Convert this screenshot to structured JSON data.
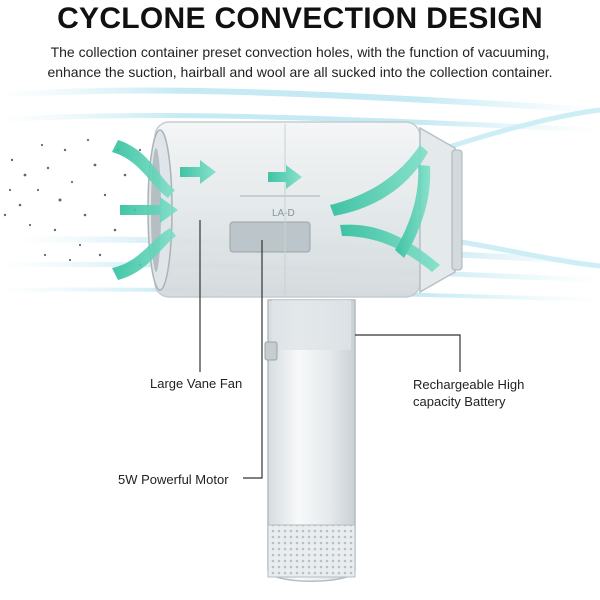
{
  "header": {
    "title": "CYCLONE CONVECTION DESIGN",
    "description": "The collection container preset convection holes, with the function of vacuuming, enhance the suction, hairball and wool are all sucked into the collection container."
  },
  "device": {
    "engraved_text": "LA-D"
  },
  "callouts": {
    "fan": "Large Vane Fan",
    "motor": "5W Powerful Motor",
    "battery_line1": "Rechargeable High",
    "battery_line2": "capacity Battery"
  },
  "colors": {
    "airflow_arrow": "#3fc9a8",
    "air_streak": "#bfe8f2",
    "device_body": "#e8ecee",
    "callout_line": "#333333"
  }
}
